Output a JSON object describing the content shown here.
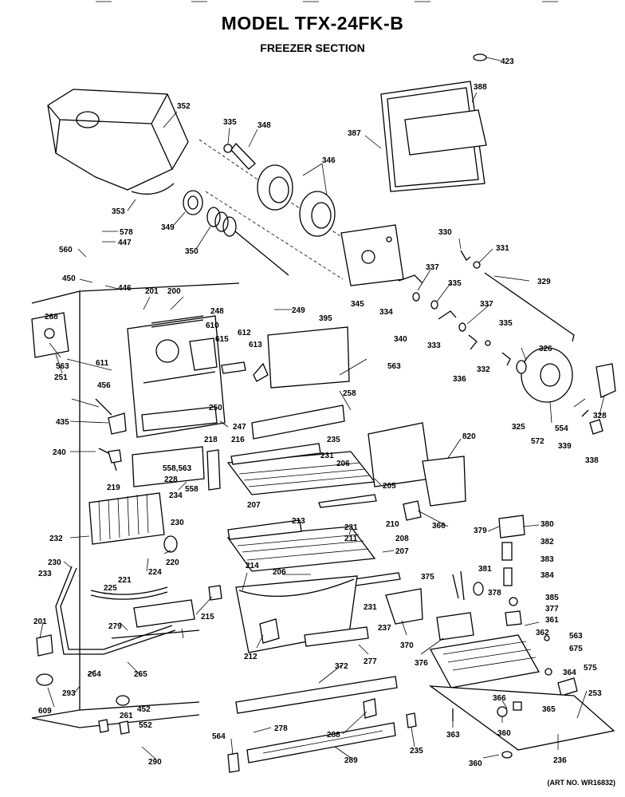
{
  "header": {
    "model": "MODEL TFX-24FK-B",
    "section": "FREEZER SECTION"
  },
  "footer": {
    "art_no": "(ART NO. WR16832)"
  },
  "callouts": [
    "423",
    "352",
    "388",
    "387",
    "335",
    "348",
    "346",
    "353",
    "349",
    "350",
    "578",
    "447",
    "560",
    "450",
    "446",
    "201",
    "200",
    "249",
    "268",
    "248",
    "610",
    "615",
    "611",
    "563",
    "612",
    "613",
    "395",
    "563",
    "251",
    "456",
    "250",
    "435",
    "258",
    "247",
    "218",
    "216",
    "240",
    "219",
    "228",
    "558,563",
    "558",
    "234",
    "235",
    "231",
    "206",
    "205",
    "820",
    "330",
    "331",
    "337",
    "335",
    "329",
    "334",
    "345",
    "340",
    "333",
    "337",
    "335",
    "326",
    "336",
    "332",
    "325",
    "572",
    "554",
    "328",
    "339",
    "338",
    "232",
    "230",
    "220",
    "230",
    "224",
    "233",
    "221",
    "225",
    "279",
    "201",
    "265",
    "293",
    "264",
    "609",
    "452",
    "261",
    "552",
    "290",
    "564",
    "278",
    "288",
    "289",
    "235",
    "207",
    "213",
    "231",
    "210",
    "208",
    "366",
    "207",
    "206",
    "211",
    "214",
    "231",
    "237",
    "212",
    "277",
    "372",
    "370",
    "376",
    "375",
    "378",
    "379",
    "380",
    "382",
    "383",
    "381",
    "384",
    "385",
    "377",
    "361",
    "362",
    "563",
    "675",
    "364",
    "575",
    "366",
    "365",
    "360",
    "253",
    "363",
    "360",
    "236",
    "215"
  ]
}
